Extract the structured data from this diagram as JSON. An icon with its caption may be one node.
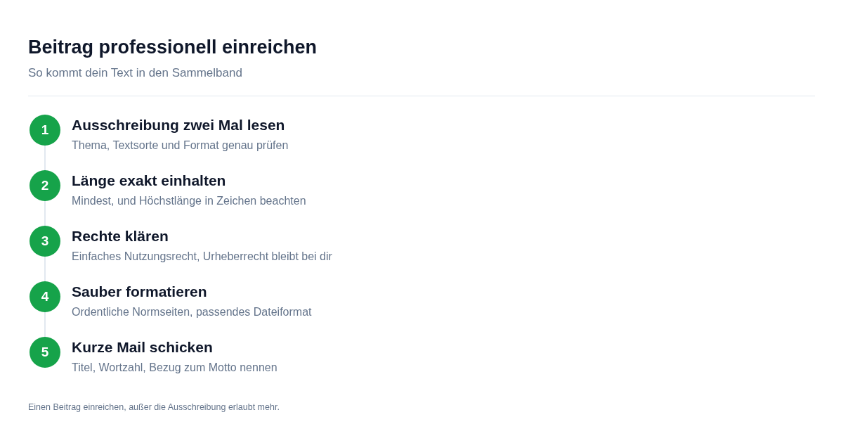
{
  "diagram": {
    "title": "Beitrag professionell einreichen",
    "nodes": [
      {
        "text": [
          "1"
        ],
        "beside": [
          "Ausschreibung zwei Mal lesen",
          "Thema, Textsorte und Format genau prüfen"
        ]
      },
      {
        "text": [
          "2"
        ],
        "beside": [
          "Länge exakt einhalten",
          "Mindest, und Höchstlänge in Zeichen beachten"
        ]
      },
      {
        "text": [
          "3"
        ],
        "beside": [
          "Rechte klären",
          "Einfaches Nutzungsrecht, Urheberrecht bleibt bei dir"
        ]
      },
      {
        "text": [
          "4"
        ],
        "beside": [
          "Sauber formatieren",
          "Ordentliche Normseiten, passendes Dateiformat"
        ]
      },
      {
        "text": [
          "5"
        ],
        "beside": [
          "Kurze Mail schicken",
          "Titel, Wortzahl, Bezug zum Motto nennen"
        ]
      }
    ],
    "edges": [
      {
        "from": 0,
        "to": 1,
        "arrow": "none"
      },
      {
        "from": 1,
        "to": 2,
        "arrow": "none"
      },
      {
        "from": 2,
        "to": 3,
        "arrow": "none"
      },
      {
        "from": 3,
        "to": 4,
        "arrow": "none"
      }
    ],
    "labels": [
      "So kommt dein Text in den Sammelband",
      "Einen Beitrag einreichen, außer die Ausschreibung erlaubt mehr."
    ]
  }
}
